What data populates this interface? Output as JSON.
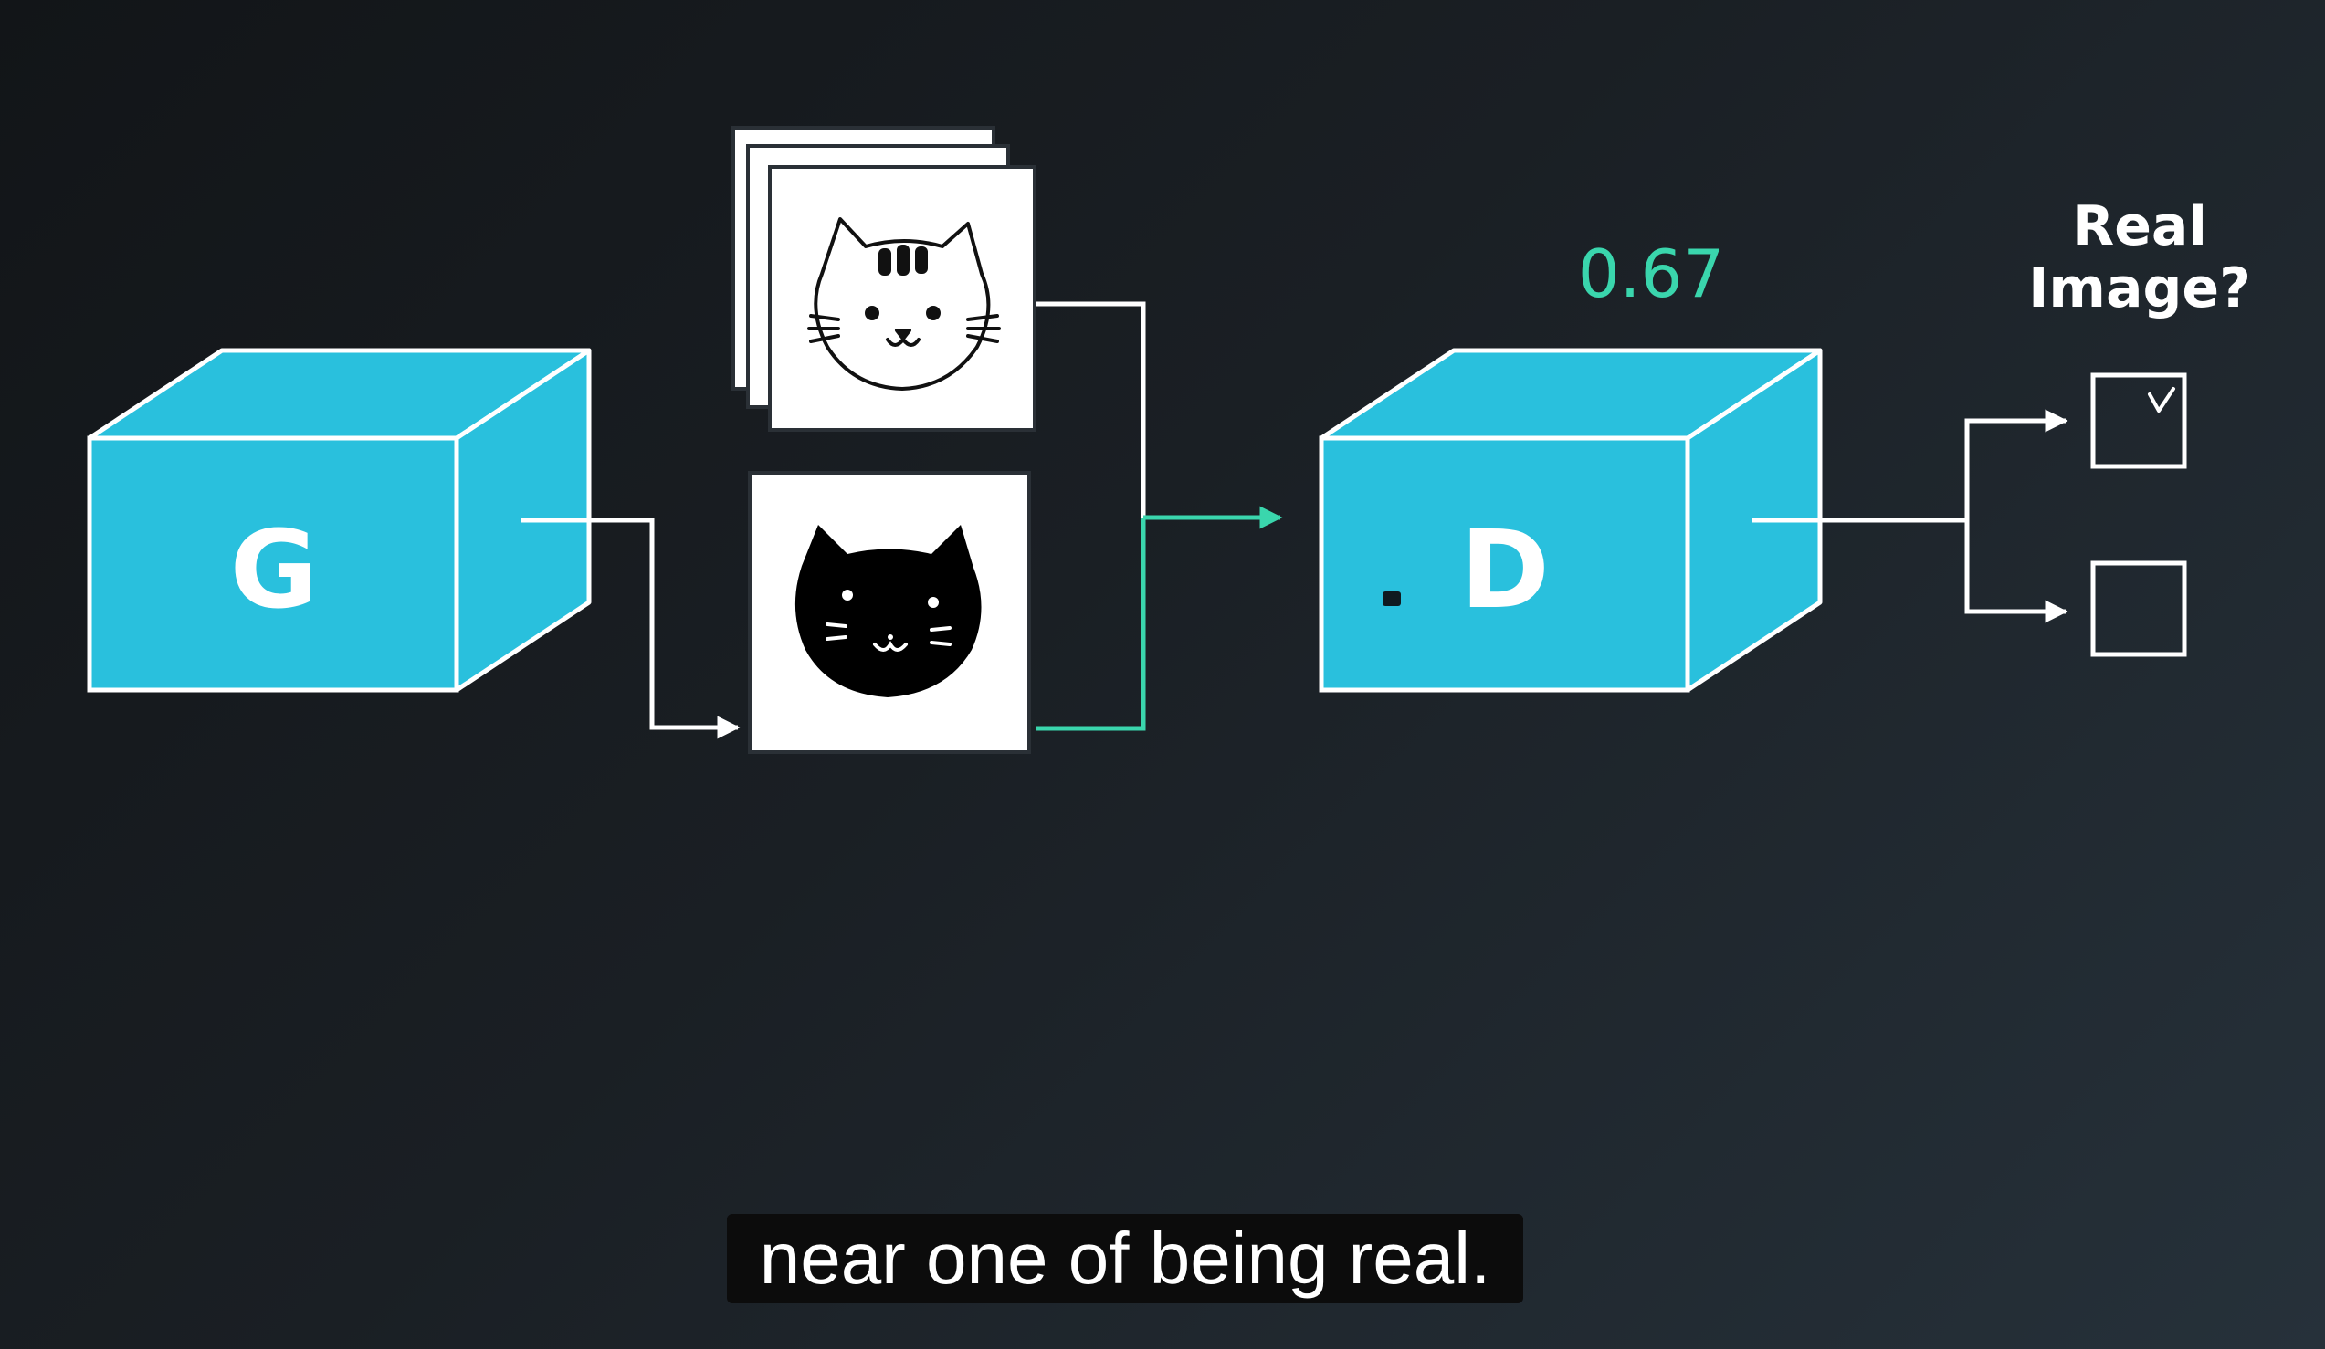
{
  "generator": {
    "letter": "G"
  },
  "discriminator": {
    "letter": "D",
    "score": "0.67"
  },
  "output_label": {
    "line1": "Real",
    "line2": "Image?"
  },
  "options": [
    {
      "checked": true
    },
    {
      "checked": false
    }
  ],
  "caption": "near one of being real.",
  "colors": {
    "box_fill": "#29c0dd",
    "accent_green": "#3ad6ad",
    "line_white": "#ffffff",
    "background": "#161a1e"
  }
}
